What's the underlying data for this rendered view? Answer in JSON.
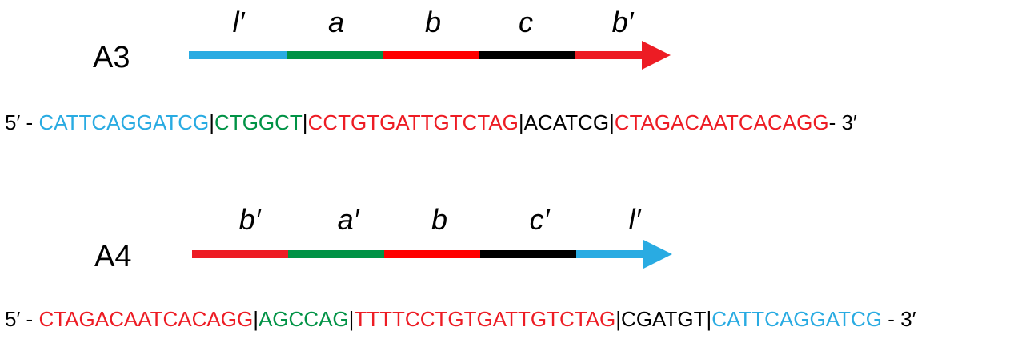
{
  "colors": {
    "l": "#29abe2",
    "a": "#009245",
    "b": "#ff0000",
    "b_prime": "#ed1c24",
    "c": "#000000",
    "text": "#000000"
  },
  "strands": [
    {
      "name": "A3",
      "segments": [
        {
          "label": "l′",
          "color": "#29abe2"
        },
        {
          "label": "a",
          "color": "#009245"
        },
        {
          "label": "b",
          "color": "#ff0000"
        },
        {
          "label": "c",
          "color": "#000000"
        },
        {
          "label": "b′",
          "color": "#ed1c24",
          "arrow": true
        }
      ],
      "sequence": {
        "prefix": "5′  - ",
        "parts": [
          {
            "text": "CATTCAGGATCG",
            "color": "#29abe2"
          },
          {
            "text": "|",
            "color": "#000000"
          },
          {
            "text": "CTGGCT",
            "color": "#009245"
          },
          {
            "text": "|",
            "color": "#000000"
          },
          {
            "text": "CCTGTGATTGTCTAG",
            "color": "#ed1c24"
          },
          {
            "text": "|",
            "color": "#000000"
          },
          {
            "text": "ACATCG",
            "color": "#000000"
          },
          {
            "text": "|",
            "color": "#000000"
          },
          {
            "text": "CTAGACAATCACAGG",
            "color": "#ed1c24"
          }
        ],
        "suffix": "- 3′"
      }
    },
    {
      "name": "A4",
      "segments": [
        {
          "label": "b′",
          "color": "#ed1c24"
        },
        {
          "label": "a′",
          "color": "#009245"
        },
        {
          "label": "b",
          "color": "#ff0000"
        },
        {
          "label": "c′",
          "color": "#000000"
        },
        {
          "label": "l′",
          "color": "#29abe2",
          "arrow": true
        }
      ],
      "sequence": {
        "prefix": "5′  - ",
        "parts": [
          {
            "text": "CTAGACAATCACAGG",
            "color": "#ed1c24"
          },
          {
            "text": "|",
            "color": "#000000"
          },
          {
            "text": "AGCCAG",
            "color": "#009245"
          },
          {
            "text": "|",
            "color": "#000000"
          },
          {
            "text": "TTTTCCTGTGATTGTCTAG",
            "color": "#ed1c24"
          },
          {
            "text": "|",
            "color": "#000000"
          },
          {
            "text": "CGATGT",
            "color": "#000000"
          },
          {
            "text": "|",
            "color": "#000000"
          },
          {
            "text": "CATTCAGGATCG",
            "color": "#29abe2"
          }
        ],
        "suffix": " - 3′"
      }
    }
  ]
}
